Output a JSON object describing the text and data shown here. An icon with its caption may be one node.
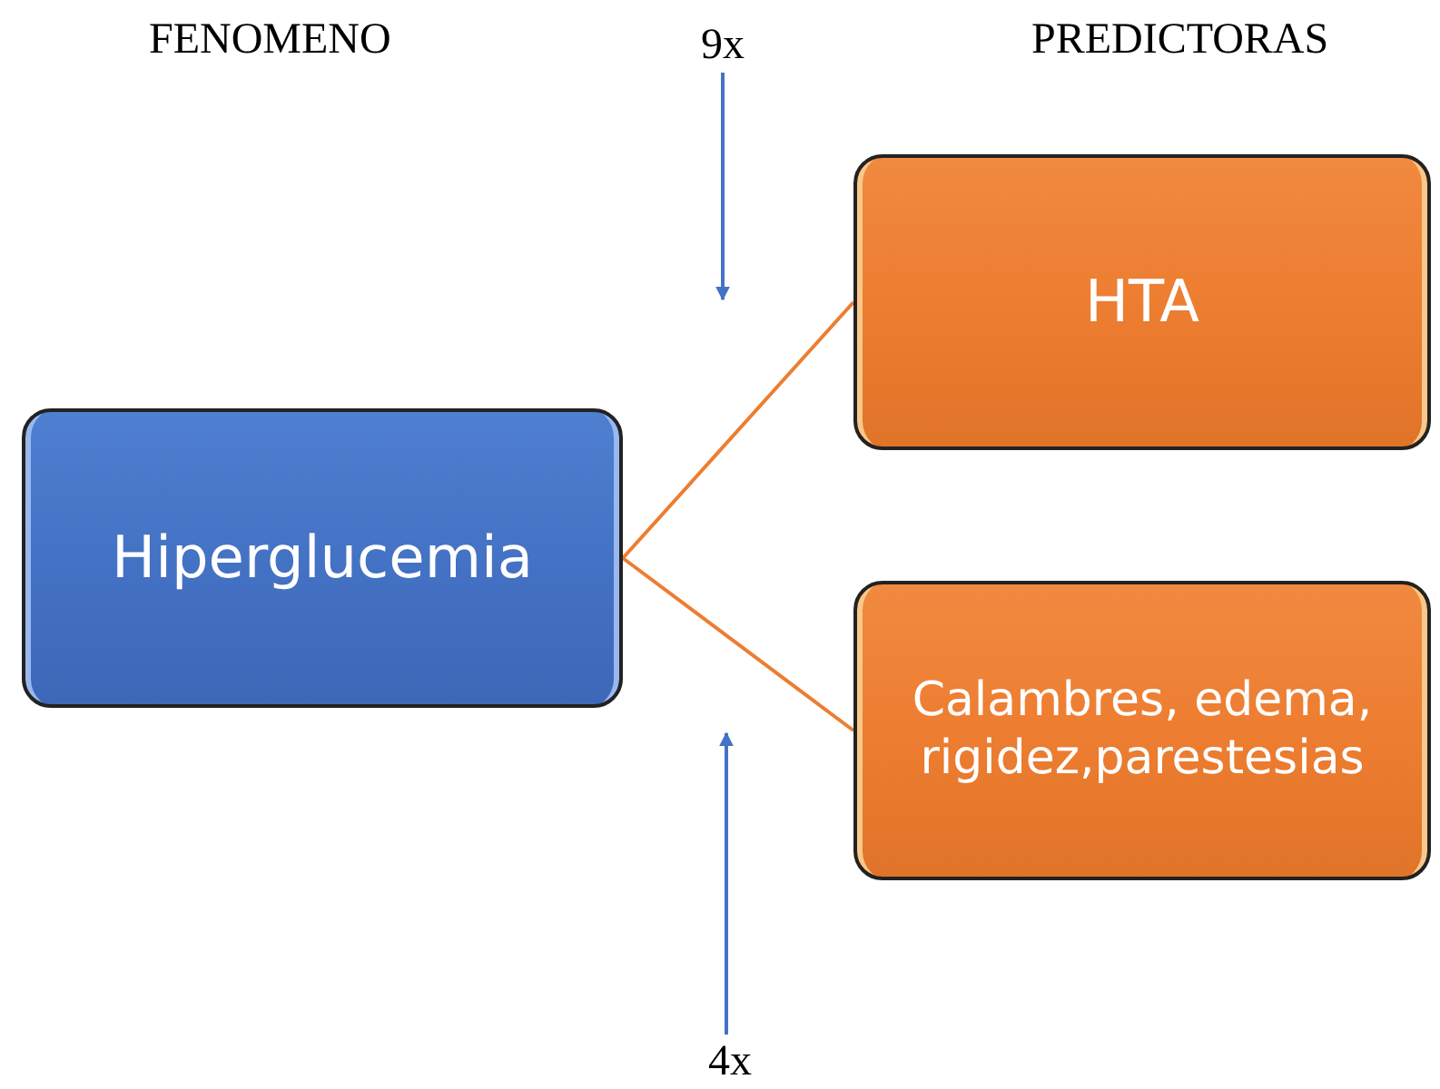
{
  "diagram": {
    "nodes": [
      {
        "text": [
          "Hiperglucemia"
        ]
      },
      {
        "text": [
          "HTA"
        ]
      },
      {
        "text": [
          "Calambres, edema, rigidez,parestesias"
        ]
      },
      {
        "text": [
          "9x"
        ]
      },
      {
        "text": [
          "4x"
        ]
      }
    ],
    "edges": [
      {
        "from": 0,
        "to": 1,
        "arrow": "none",
        "color": "#ed7d31"
      },
      {
        "from": 0,
        "to": 2,
        "arrow": "none",
        "color": "#ed7d31"
      },
      {
        "from": 3,
        "to": null,
        "arrow": "to",
        "color": "#4472c4"
      },
      {
        "from": 4,
        "to": null,
        "arrow": "to",
        "color": "#4472c4"
      }
    ],
    "labels": [
      "FENOMENO",
      "PREDICTORAS"
    ]
  }
}
